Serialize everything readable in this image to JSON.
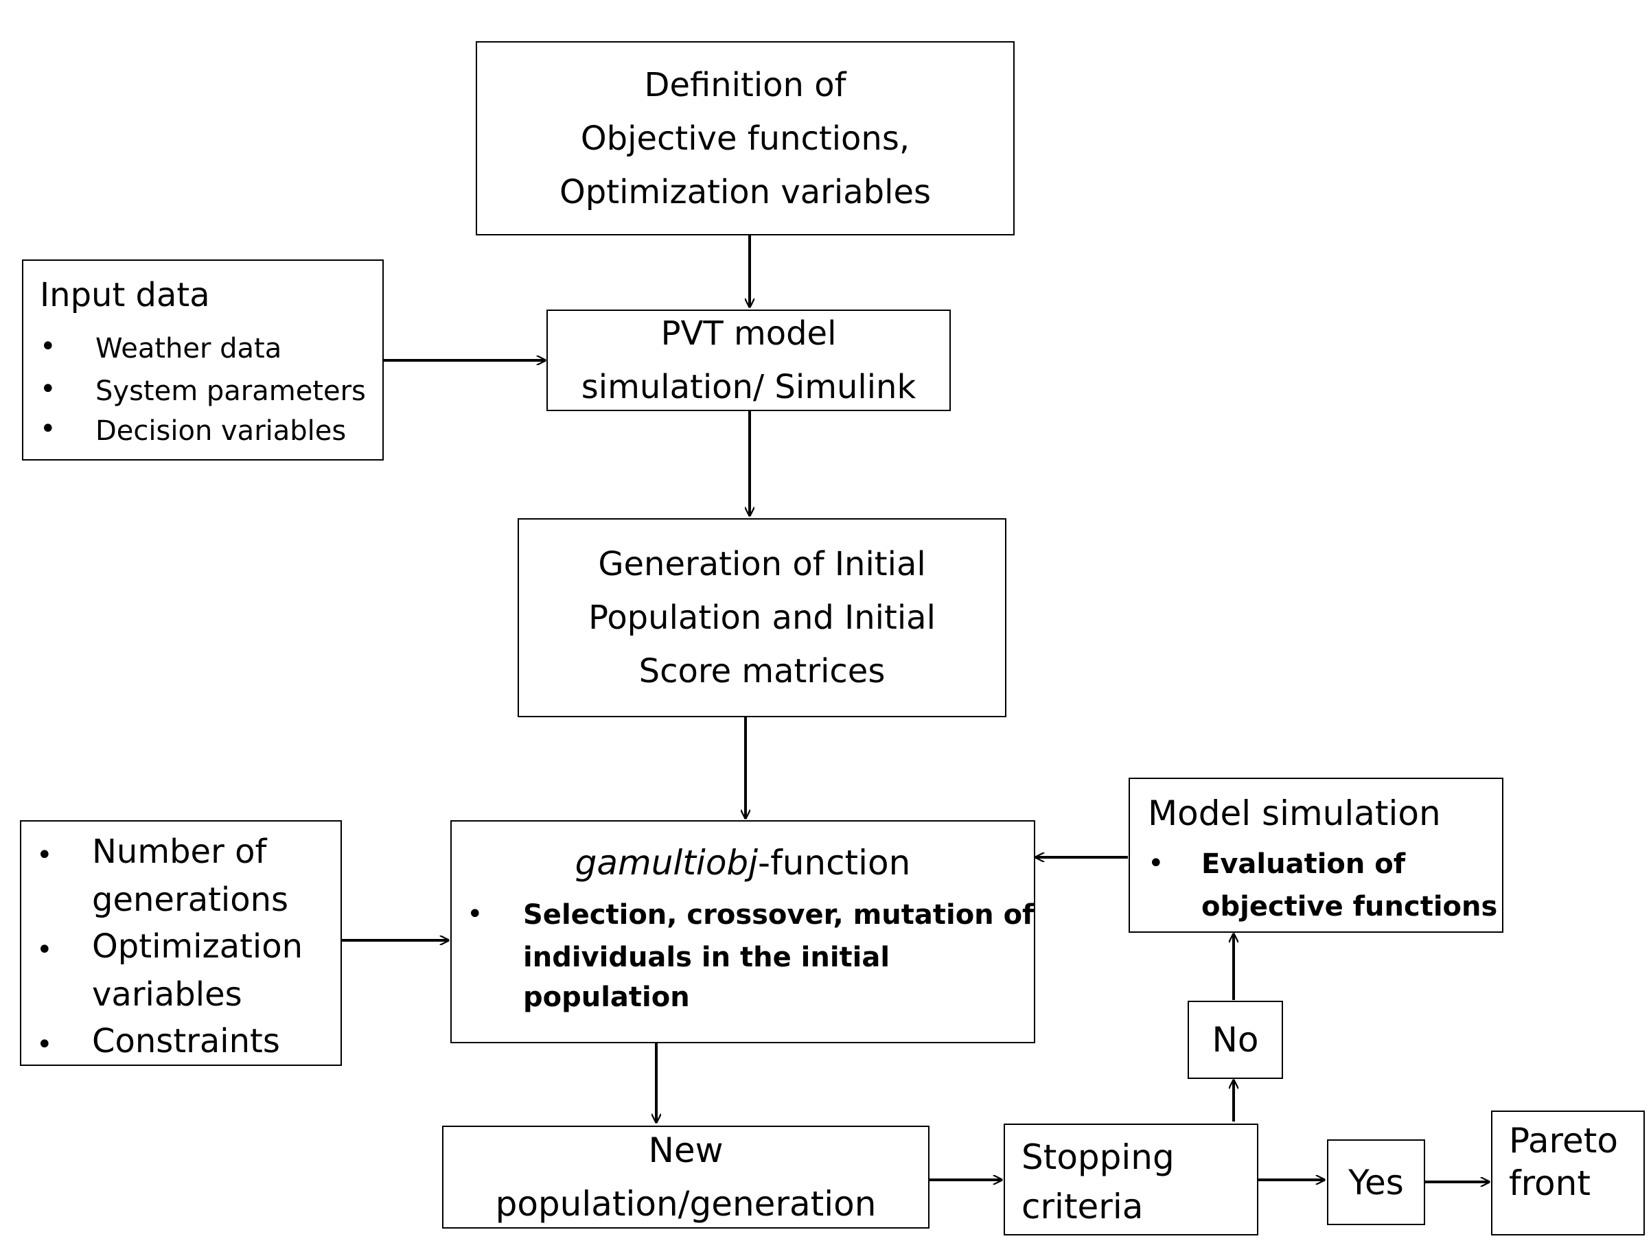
{
  "definition_box": {
    "lines": [
      "Definition of",
      "Objective functions,",
      "Optimization variables"
    ]
  },
  "input_data_box": {
    "title": "Input data",
    "bullet": "•",
    "items": [
      "Weather data",
      "System parameters",
      "Decision variables"
    ]
  },
  "pvt_box": {
    "lines": [
      "PVT model",
      "simulation/ Simulink"
    ]
  },
  "generation_box": {
    "lines": [
      "Generation of Initial",
      "Population and Initial",
      "Score matrices"
    ]
  },
  "params_box": {
    "bullet": "•",
    "items": [
      {
        "lines": [
          "Number of",
          "generations"
        ]
      },
      {
        "lines": [
          "Optimization",
          "variables"
        ]
      },
      {
        "lines": [
          "Constraints"
        ]
      }
    ]
  },
  "gamultiobj_box": {
    "title_italic": "gamultiobj",
    "title_suffix": "-function",
    "bullet": "•",
    "item_lines": [
      "Selection, crossover, mutation of",
      "individuals in the initial",
      "population"
    ]
  },
  "model_sim_box": {
    "title": "Model simulation",
    "bullet": "•",
    "item_lines": [
      "Evaluation of",
      "objective functions"
    ]
  },
  "no_box": {
    "label": "No"
  },
  "new_pop_box": {
    "lines": [
      "New",
      "population/generation"
    ]
  },
  "stopping_box": {
    "lines": [
      "Stopping",
      "criteria"
    ]
  },
  "yes_box": {
    "label": "Yes"
  },
  "pareto_box": {
    "lines": [
      "Pareto",
      "front"
    ]
  }
}
